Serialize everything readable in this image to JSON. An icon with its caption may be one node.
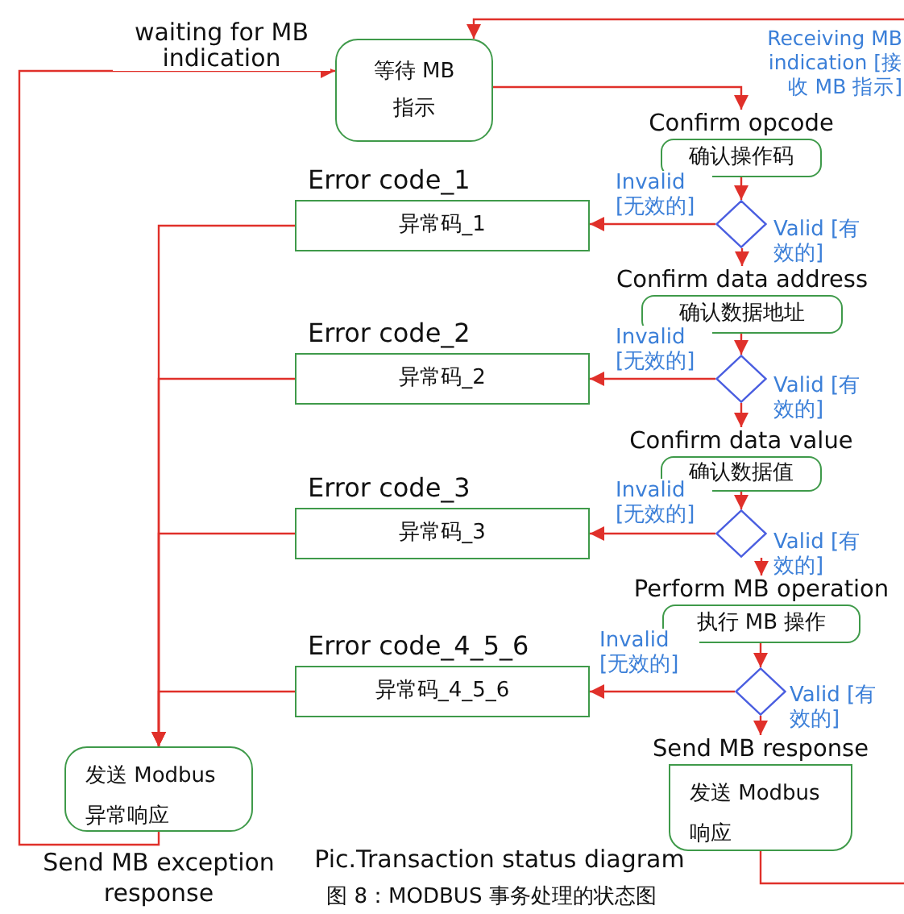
{
  "diagram": {
    "caption": "Pic.Transaction status diagram",
    "nodes": [
      {
        "text": [
          "等待 MB 指示"
        ]
      },
      {
        "text": [
          "Confirm opcode",
          "确认操作码"
        ]
      },
      {
        "text": [],
        "shape": "diamond"
      },
      {
        "text": [
          "Error code_1",
          "异常码_1"
        ]
      },
      {
        "text": [
          "Confirm data address",
          "确认数据地址"
        ]
      },
      {
        "text": [],
        "shape": "diamond"
      },
      {
        "text": [
          "Error code_2",
          "异常码_2"
        ]
      },
      {
        "text": [
          "Confirm data value",
          "确认数据值"
        ]
      },
      {
        "text": [],
        "shape": "diamond"
      },
      {
        "text": [
          "Error code_3",
          "异常码_3"
        ]
      },
      {
        "text": [
          "Perform MB operation",
          "执行 MB 操作"
        ]
      },
      {
        "text": [],
        "shape": "diamond"
      },
      {
        "text": [
          "Error code_4_5_6",
          "异常码_4_5_6"
        ]
      },
      {
        "text": [
          "发送 Modbus 异常响应"
        ],
        "beside": [
          "Send MB exception response"
        ]
      },
      {
        "text": [
          "Send MB response",
          "发送 Modbus 响应"
        ]
      }
    ],
    "edges": [
      {
        "from": null,
        "to": 0,
        "arrow": "to",
        "label": "Receiving MB indication [接收 MB 指示]"
      },
      {
        "from": 0,
        "to": 1,
        "arrow": "to"
      },
      {
        "from": 1,
        "to": 2,
        "arrow": "to"
      },
      {
        "from": 2,
        "to": 3,
        "arrow": "to",
        "label": "Invalid [无效的]"
      },
      {
        "from": 2,
        "to": 4,
        "arrow": "to",
        "label": "Valid [有效的]"
      },
      {
        "from": 4,
        "to": 5,
        "arrow": "to"
      },
      {
        "from": 5,
        "to": 6,
        "arrow": "to",
        "label": "Invalid [无效的]"
      },
      {
        "from": 5,
        "to": 7,
        "arrow": "to",
        "label": "Valid [有效的]"
      },
      {
        "from": 7,
        "to": 8,
        "arrow": "to"
      },
      {
        "from": 8,
        "to": 9,
        "arrow": "to",
        "label": "Invalid [无效的]"
      },
      {
        "from": 8,
        "to": 10,
        "arrow": "to",
        "label": "Valid [有效的]"
      },
      {
        "from": 10,
        "to": 11,
        "arrow": "to"
      },
      {
        "from": 11,
        "to": 12,
        "arrow": "to",
        "label": "Invalid [无效的]"
      },
      {
        "from": 11,
        "to": 14,
        "arrow": "to",
        "label": "Valid [有效的]"
      },
      {
        "from": 3,
        "to": 13,
        "arrow": "to"
      },
      {
        "from": 6,
        "to": 13,
        "arrow": "to"
      },
      {
        "from": 9,
        "to": 13,
        "arrow": "to"
      },
      {
        "from": 12,
        "to": 13,
        "arrow": "to"
      },
      {
        "from": 13,
        "to": 0,
        "arrow": "to",
        "label": "waiting for MB indication"
      },
      {
        "from": 14,
        "to": null,
        "arrow": "none"
      }
    ],
    "labels": [
      "图 8：MODBUS 事务处理的状态图"
    ]
  }
}
